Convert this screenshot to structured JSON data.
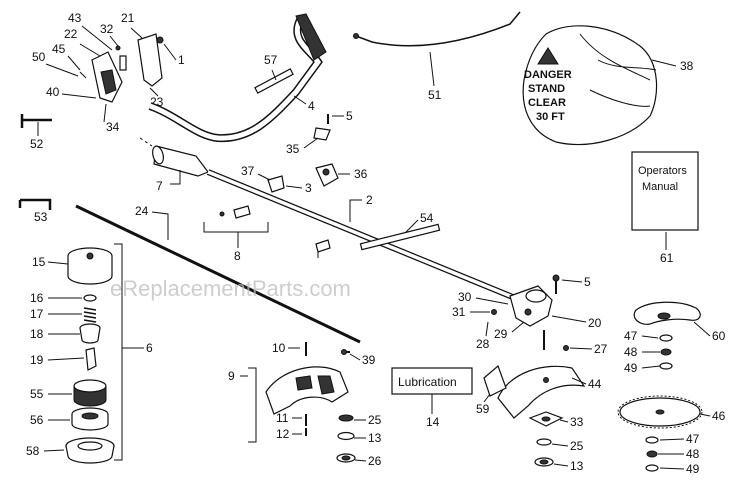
{
  "watermark": "eReplacementParts.com",
  "labels": {
    "l1": "1",
    "l2": "2",
    "l3": "3",
    "l4": "4",
    "l5a": "5",
    "l5b": "5",
    "l6": "6",
    "l7": "7",
    "l8": "8",
    "l9": "9",
    "l10": "10",
    "l11": "11",
    "l12": "12",
    "l13a": "13",
    "l13b": "13",
    "l14": "14",
    "l15": "15",
    "l16": "16",
    "l17": "17",
    "l18": "18",
    "l19": "19",
    "l20": "20",
    "l21": "21",
    "l22": "22",
    "l23": "23",
    "l24": "24",
    "l25a": "25",
    "l25b": "25",
    "l26": "26",
    "l27": "27",
    "l28": "28",
    "l29": "29",
    "l30": "30",
    "l31": "31",
    "l32": "32",
    "l33": "33",
    "l34": "34",
    "l35": "35",
    "l36": "36",
    "l37": "37",
    "l38": "38",
    "l39": "39",
    "l40": "40",
    "l43": "43",
    "l44": "44",
    "l45": "45",
    "l46": "46",
    "l47a": "47",
    "l47b": "47",
    "l48a": "48",
    "l48b": "48",
    "l49a": "49",
    "l49b": "49",
    "l50": "50",
    "l51": "51",
    "l52": "52",
    "l53": "53",
    "l54": "54",
    "l55": "55",
    "l56": "56",
    "l57": "57",
    "l58": "58",
    "l59": "59",
    "l60": "60",
    "l61": "61"
  },
  "lubrication_box": "Lubrication",
  "manual_box": {
    "line1": "Operators",
    "line2": "Manual"
  },
  "danger_sign": {
    "line1": "DANGER",
    "line2": "STAND",
    "line3": "CLEAR",
    "line4": "30 FT"
  }
}
